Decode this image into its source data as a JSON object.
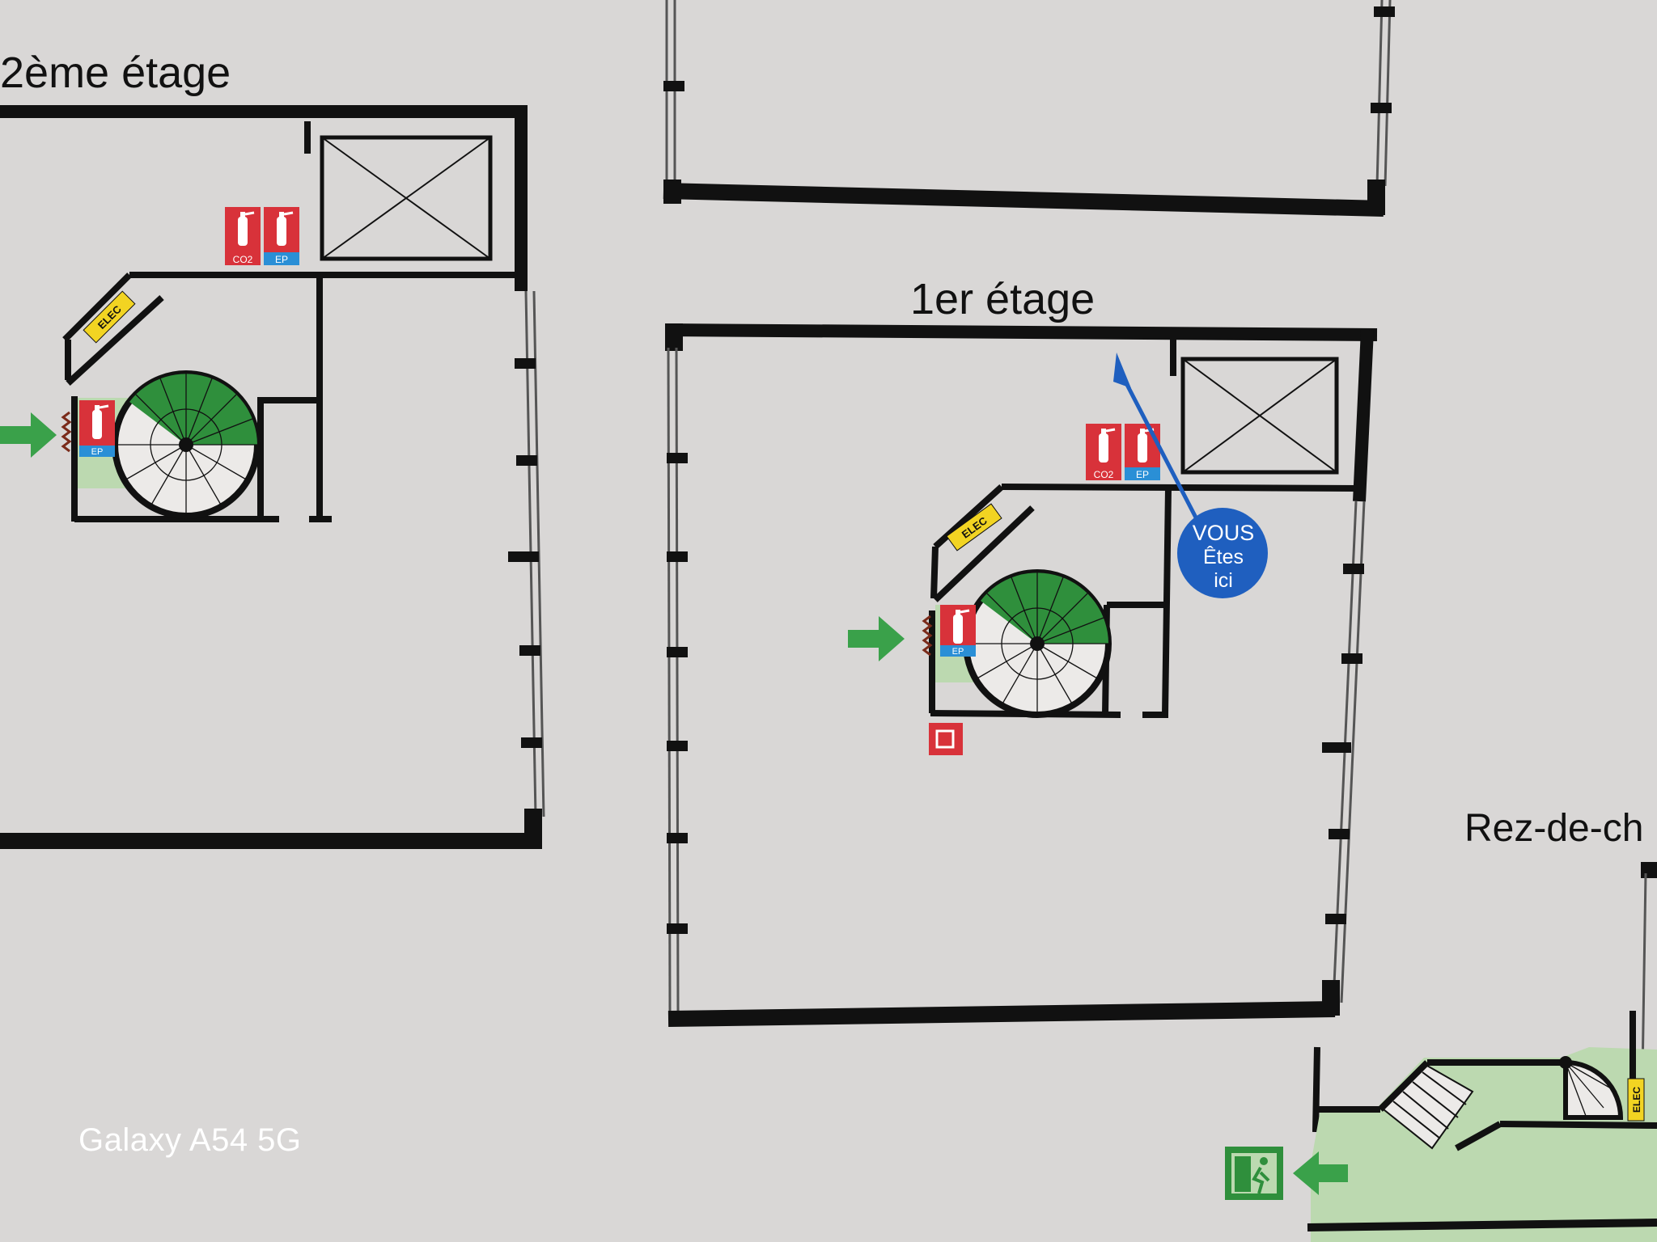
{
  "floors": {
    "second": {
      "label": "2ème étage"
    },
    "first": {
      "label": "1er étage"
    },
    "ground": {
      "label": "Rez-de-ch"
    }
  },
  "signs": {
    "elec": "ELEC",
    "co2": "CO2",
    "ep": "EP",
    "you_are_here": [
      "VOUS",
      "Êtes",
      "ici"
    ]
  },
  "watermark": "Galaxy A54 5G",
  "colors": {
    "background": "#d9d7d6",
    "wall": "#111111",
    "stair_green": "#2f8f3c",
    "light_green": "#bcd9b0",
    "arrow_green": "#3aa14a",
    "extinguisher_red": "#d8323a",
    "ep_blue": "#2a8fd6",
    "marker_blue": "#1f5fbf",
    "elec_yellow": "#f2d422"
  }
}
